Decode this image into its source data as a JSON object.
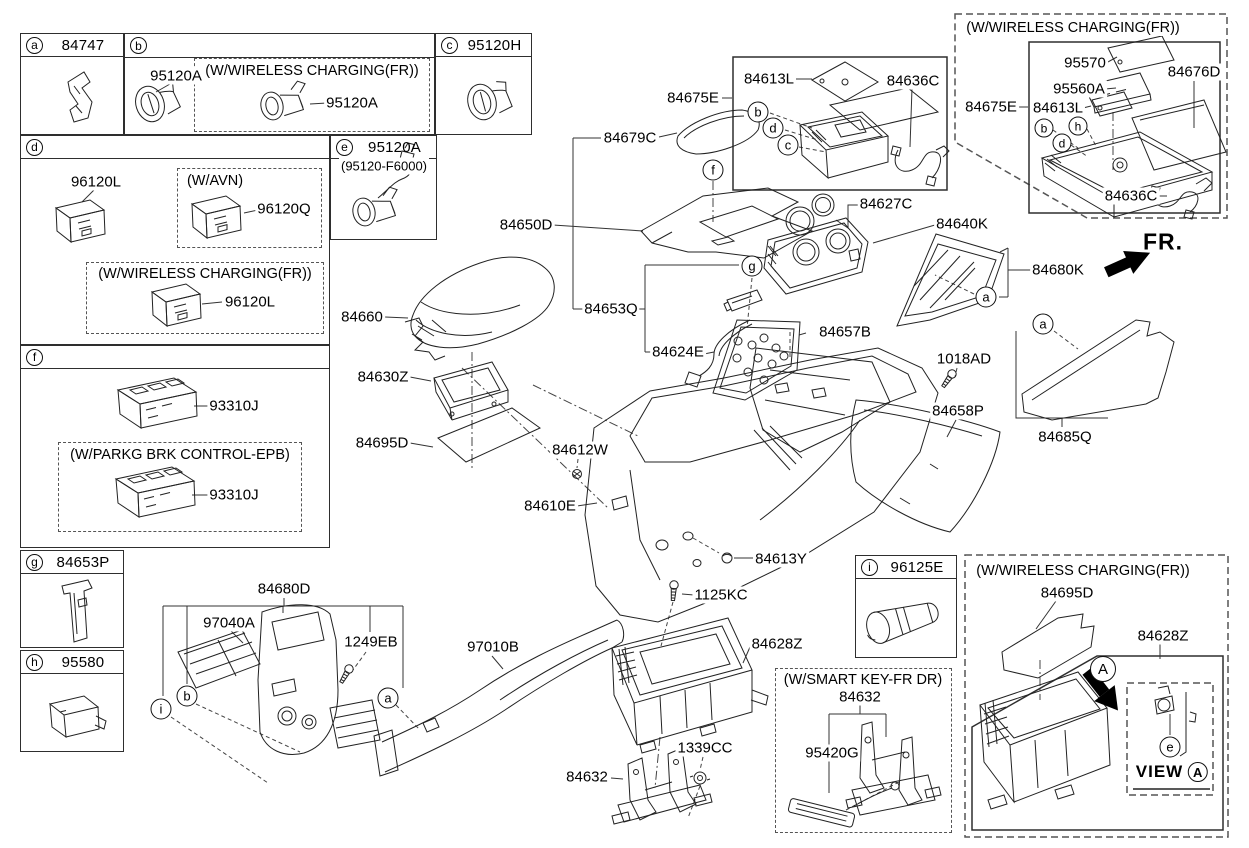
{
  "parts": {
    "84747": "84747",
    "95120A": "95120A",
    "95120H": "95120H",
    "95120_F6000": "(95120-F6000)",
    "96120L": "96120L",
    "96120Q": "96120Q",
    "93310J": "93310J",
    "84653P": "84653P",
    "95580": "95580",
    "96125E": "96125E",
    "84675E": "84675E",
    "84613L": "84613L",
    "84636C": "84636C",
    "84679C": "84679C",
    "84650D": "84650D",
    "84627C": "84627C",
    "84640K": "84640K",
    "84680K": "84680K",
    "84653Q": "84653Q",
    "84624E": "84624E",
    "84657B": "84657B",
    "1018AD": "1018AD",
    "84658P": "84658P",
    "84685Q": "84685Q",
    "84660": "84660",
    "84630Z": "84630Z",
    "84695D": "84695D",
    "84612W": "84612W",
    "84610E": "84610E",
    "84613Y": "84613Y",
    "1125KC": "1125KC",
    "84628Z": "84628Z",
    "1339CC": "1339CC",
    "84632": "84632",
    "97040A": "97040A",
    "84680D": "84680D",
    "1249EB": "1249EB",
    "97010B": "97010B",
    "95570": "95570",
    "84676D": "84676D",
    "95560A": "95560A",
    "95420G": "95420G"
  },
  "titles": {
    "wireless": "(W/WIRELESS CHARGING(FR))",
    "avn": "(W/AVN)",
    "epb": "(W/PARKG BRK CONTROL-EPB)",
    "smart_key": "(W/SMART KEY-FR DR)"
  },
  "callouts": {
    "a": "a",
    "b": "b",
    "c": "c",
    "d": "d",
    "e": "e",
    "f": "f",
    "g": "g",
    "h": "h",
    "i": "i",
    "A": "A"
  },
  "view": {
    "label": "VIEW"
  },
  "fr_label": "FR.",
  "colors": {
    "line": "#222222",
    "dashed": "#555555",
    "text": "#000000",
    "background": "#ffffff"
  }
}
